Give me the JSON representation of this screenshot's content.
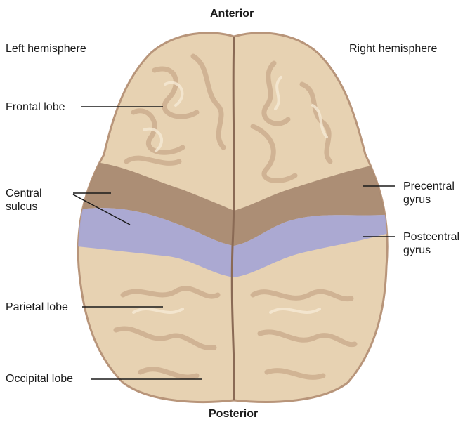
{
  "orientation": {
    "top": "Anterior",
    "bottom": "Posterior",
    "left": "Left hemisphere",
    "right": "Right hemisphere"
  },
  "labels": {
    "frontal_lobe": "Frontal lobe",
    "central_sulcus": [
      "Central",
      "sulcus"
    ],
    "parietal_lobe": "Parietal lobe",
    "occipital_lobe": "Occipital lobe",
    "precentral_gyrus": [
      "Precentral",
      "gyrus"
    ],
    "postcentral_gyrus": [
      "Postcentral",
      "gyrus"
    ]
  },
  "colors": {
    "cortex": "#e7d2b2",
    "cortex_shadow": "#c9a98a",
    "precentral_gyrus": "#a98a72",
    "postcentral_gyrus": "#a8a6d4",
    "leader_line": "#1a1a1a"
  }
}
